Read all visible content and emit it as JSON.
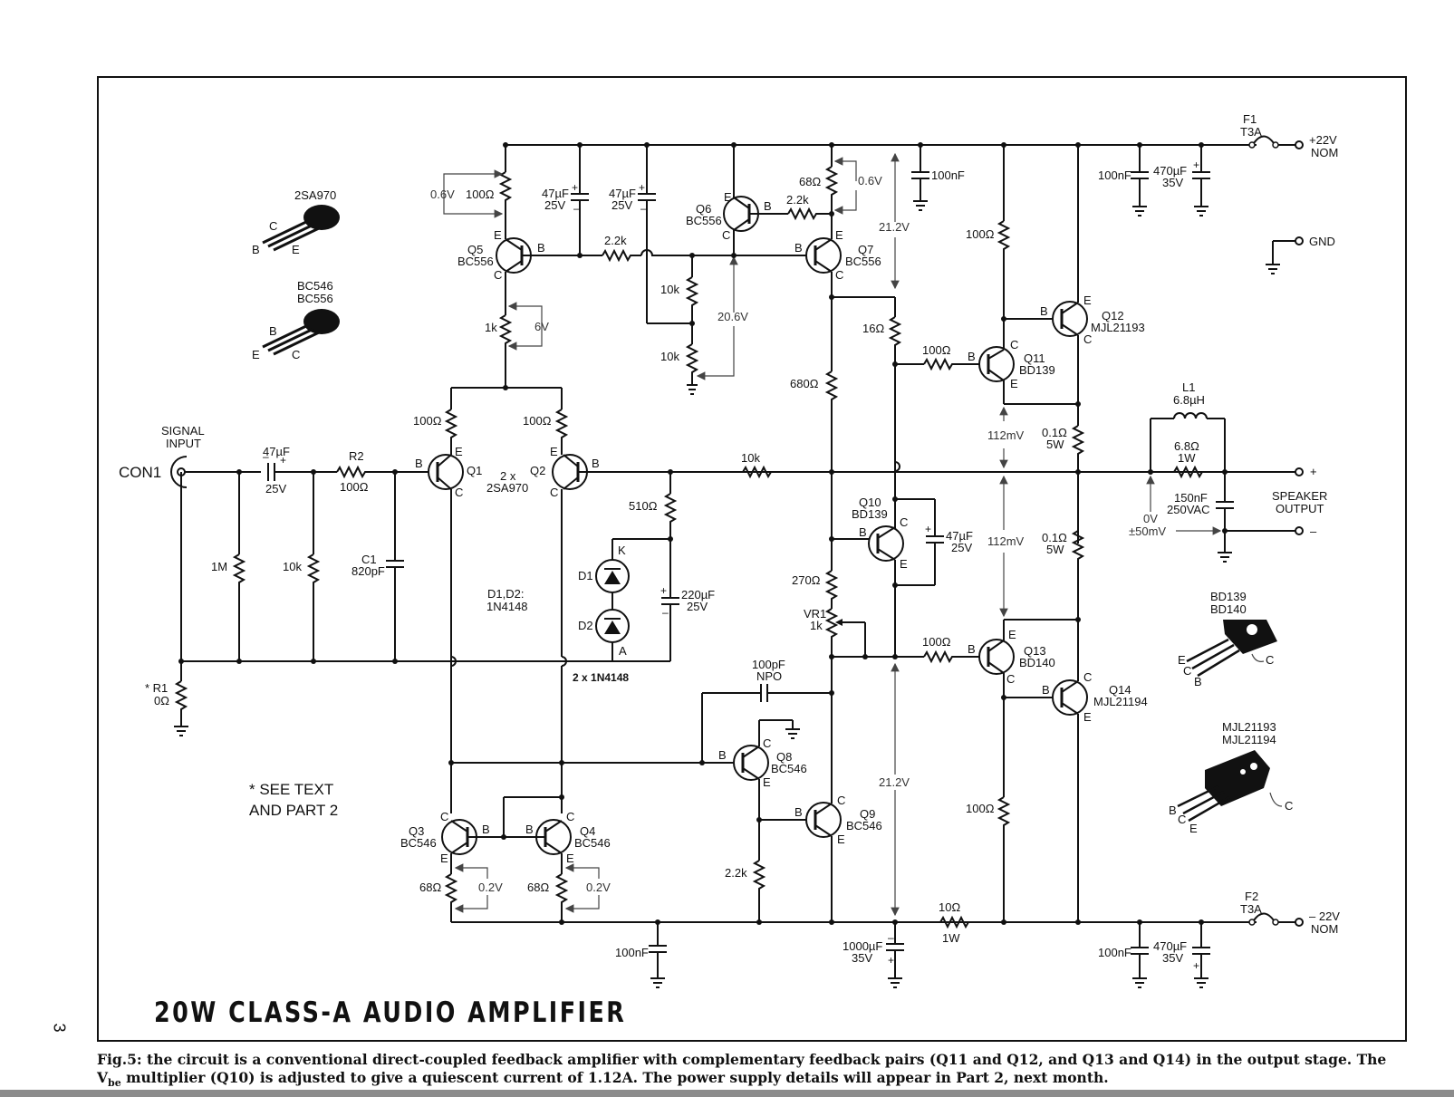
{
  "page_number": "3",
  "title": "20W CLASS-A AUDIO AMPLIFIER",
  "caption": {
    "part1": "Fig.5: the circuit is a conventional direct-coupled feedback amplifier with complementary feedback pairs (Q11 and Q12, and Q13 and Q14) in the output stage. The V",
    "sub": "be",
    "part2": " multiplier (Q10) is adjusted to give a quiescent current of 1.12A. The power supply details will appear in Part 2, next month."
  },
  "note": {
    "line1": "* SEE TEXT",
    "line2": "AND PART 2"
  },
  "rails": {
    "pos": {
      "l1": "+22V",
      "l2": "NOM"
    },
    "neg": {
      "l1": "– 22V",
      "l2": "NOM"
    },
    "gnd": "GND"
  },
  "fuses": {
    "f1": {
      "name": "F1",
      "value": "T3A"
    },
    "f2": {
      "name": "F2",
      "value": "T3A"
    }
  },
  "input": {
    "signal": "SIGNAL",
    "input": "INPUT",
    "con": "CON1"
  },
  "output": {
    "speaker": "SPEAKER",
    "output": "OUTPUT",
    "plus": "+",
    "minus": "–"
  },
  "packages": {
    "p1": {
      "name": "2SA970",
      "pins": [
        "C",
        "B",
        "E"
      ]
    },
    "p2": {
      "name1": "BC546",
      "name2": "BC556",
      "pins": [
        "B",
        "E",
        "C"
      ]
    },
    "p3": {
      "name1": "BD139",
      "name2": "BD140",
      "pins": [
        "E",
        "C",
        "B",
        "C"
      ]
    },
    "p4": {
      "name1": "MJL21193",
      "name2": "MJL21194",
      "pins": [
        "B",
        "C",
        "E",
        "C"
      ]
    }
  },
  "transistors": {
    "q1": {
      "name": "Q1",
      "pins": [
        "B",
        "E",
        "C"
      ]
    },
    "q12pair": {
      "l1": "2 x",
      "l2": "2SA970"
    },
    "q2": {
      "name": "Q2",
      "pins": [
        "B",
        "E",
        "C"
      ]
    },
    "q3": {
      "name": "Q3",
      "type": "BC546",
      "pins": [
        "C",
        "B",
        "E"
      ]
    },
    "q4": {
      "name": "Q4",
      "type": "BC546",
      "pins": [
        "C",
        "B",
        "E"
      ]
    },
    "q5": {
      "name": "Q5",
      "type": "BC556",
      "pins": [
        "E",
        "B",
        "C"
      ]
    },
    "q6": {
      "name": "Q6",
      "type": "BC556",
      "pins": [
        "E",
        "B",
        "C"
      ]
    },
    "q7": {
      "name": "Q7",
      "type": "BC556",
      "pins": [
        "B",
        "E",
        "C"
      ]
    },
    "q8": {
      "name": "Q8",
      "type": "BC546",
      "pins": [
        "B",
        "C",
        "E"
      ]
    },
    "q9": {
      "name": "Q9",
      "type": "BC546",
      "pins": [
        "B",
        "C",
        "E"
      ]
    },
    "q10": {
      "name": "Q10",
      "type": "BD139",
      "pins": [
        "B",
        "C",
        "E"
      ]
    },
    "q11": {
      "name": "Q11",
      "type": "BD139",
      "pins": [
        "B",
        "C",
        "E"
      ]
    },
    "q12": {
      "name": "Q12",
      "type": "MJL21193",
      "pins": [
        "B",
        "E",
        "C"
      ]
    },
    "q13": {
      "name": "Q13",
      "type": "BD140",
      "pins": [
        "B",
        "E",
        "C"
      ]
    },
    "q14": {
      "name": "Q14",
      "type": "MJL21194",
      "pins": [
        "B",
        "C",
        "E"
      ]
    }
  },
  "resistors": {
    "r100_q5": "100Ω",
    "r1k_q5": "1k",
    "r100_q1": "100Ω",
    "r100_q2": "100Ω",
    "r22k_q5": "2.2k",
    "r10k_a": "10k",
    "r10k_b": "10k",
    "r68_q6": "68Ω",
    "r22k_q6": "2.2k",
    "r16": "16Ω",
    "r680": "680Ω",
    "r270": "270Ω",
    "vr1": {
      "name": "VR1",
      "value": "1k"
    },
    "r100_q11b": "100Ω",
    "r100_q11c": "100Ω",
    "r100_q13b": "100Ω",
    "r100_q13c": "100Ω",
    "r01_top": {
      "v": "0.1Ω",
      "p": "5W"
    },
    "r01_bot": {
      "v": "0.1Ω",
      "p": "5W"
    },
    "r10k_fb": "10k",
    "r510": "510Ω",
    "r1m": "1M",
    "r10k_in": "10k",
    "r2": {
      "name": "R2",
      "value": "100Ω"
    },
    "r1": {
      "name": "* R1",
      "value": "0Ω"
    },
    "r68_q3": "68Ω",
    "r68_q4": "68Ω",
    "r22k_q9": "2.2k",
    "r10_1w": {
      "v": "10Ω",
      "p": "1W"
    },
    "r68_1w": {
      "v": "6.8Ω",
      "p": "1W"
    }
  },
  "capacitors": {
    "c47_in": {
      "v": "47µF",
      "r": "25V"
    },
    "c1": {
      "name": "C1",
      "value": "820pF"
    },
    "c47_a": {
      "v": "47µF",
      "r": "25V"
    },
    "c47_b": {
      "v": "47µF",
      "r": "25V"
    },
    "c100n_top": "100nF",
    "c100n_rail_top": "100nF",
    "c470_top": {
      "v": "470µF",
      "r": "35V"
    },
    "c220": {
      "v": "220µF",
      "r": "25V"
    },
    "c47_q10": {
      "v": "47µF",
      "r": "25V"
    },
    "c100p": {
      "v": "100pF",
      "t": "NPO"
    },
    "c100n_bot": "100nF",
    "c1000": {
      "v": "1000µF",
      "r": "35V"
    },
    "c100n_rail_bot": "100nF",
    "c470_bot": {
      "v": "470µF",
      "r": "35V"
    },
    "c150n": {
      "v": "150nF",
      "r": "250VAC"
    }
  },
  "diodes": {
    "d1": "D1",
    "d2": "D2",
    "k": "K",
    "a": "A",
    "type_l1": "D1,D2:",
    "type_l2": "1N4148",
    "pair": "2 x 1N4148"
  },
  "inductor": {
    "name": "L1",
    "value": "6.8µH"
  },
  "voltages": {
    "v06a": "0.6V",
    "v06b": "0.6V",
    "v6": "6V",
    "v206": "20.6V",
    "v212a": "21.2V",
    "v212b": "21.2V",
    "v112a": "112mV",
    "v112b": "112mV",
    "v02a": "0.2V",
    "v02b": "0.2V",
    "v0": "0V",
    "v50": "±50mV"
  }
}
